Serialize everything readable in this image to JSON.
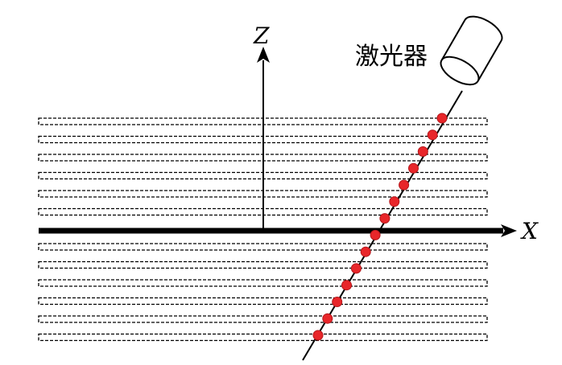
{
  "labels": {
    "z_axis": "Z",
    "x_axis": "X",
    "laser": "激光器"
  },
  "colors": {
    "ink": "#000000",
    "point": "#e8262a",
    "point_stroke": "#b3161a"
  },
  "layers": {
    "above_axis": 6,
    "below_axis": 6
  },
  "laser_points_count": 14
}
